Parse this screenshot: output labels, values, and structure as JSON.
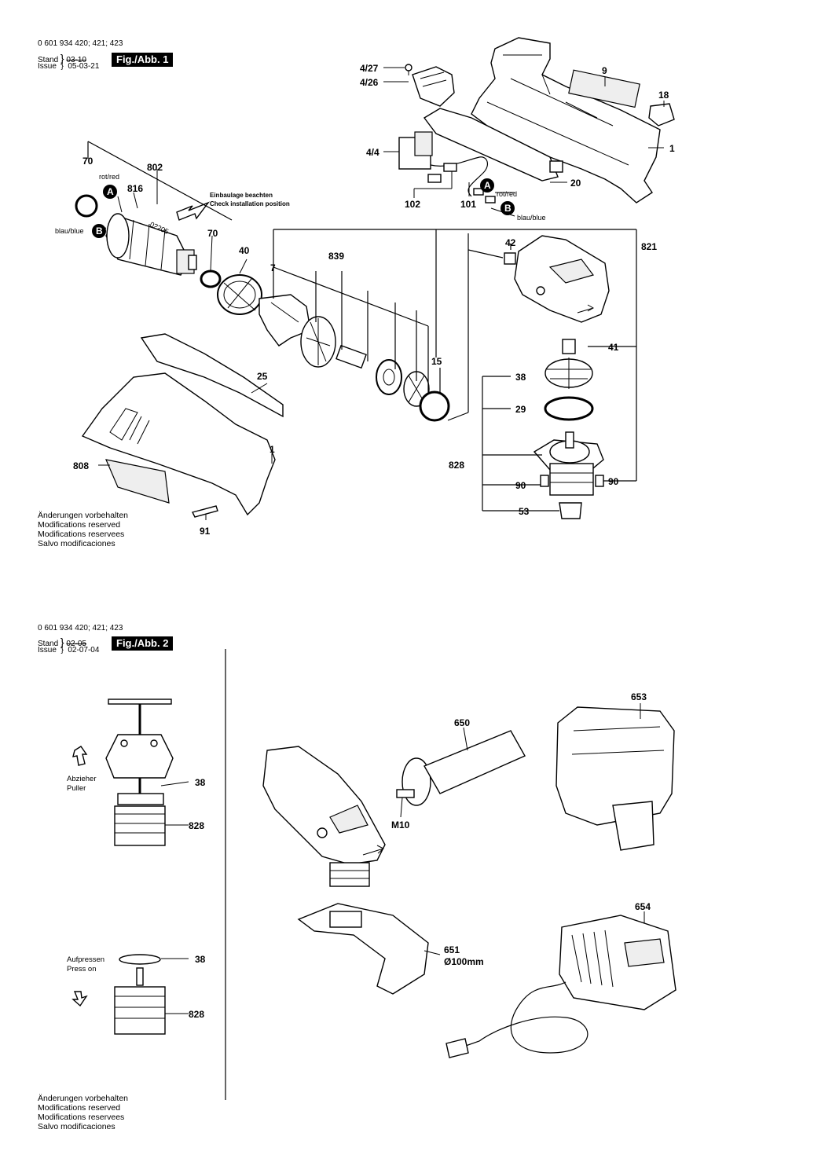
{
  "figure1": {
    "model_line": "0 601 934 420; 421; 423",
    "stand_label": "Stand",
    "stand_old": "03-10",
    "issue_label": "Issue",
    "issue_date": "05-03-21",
    "fig_title": "Fig./Abb. 1",
    "install_note_de": "Einbaulage beachten",
    "install_note_en": "Check installation position",
    "motor_code": "02205",
    "wire_red": "rot/red",
    "wire_blue": "blau/blue",
    "marker_a": "A",
    "marker_b": "B",
    "labels": {
      "p4_27": "4/27",
      "p4_26": "4/26",
      "p9": "9",
      "p18": "18",
      "p1_top": "1",
      "p4_4": "4/4",
      "p20": "20",
      "p102": "102",
      "p101": "101",
      "p70_top": "70",
      "p802": "802",
      "p816": "816",
      "p70_mid": "70",
      "p40": "40",
      "p7": "7",
      "p839": "839",
      "p42": "42",
      "p821": "821",
      "p41": "41",
      "p15": "15",
      "p38": "38",
      "p29": "29",
      "p828": "828",
      "p90_left": "90",
      "p90_right": "90",
      "p53": "53",
      "p25": "25",
      "p1_bottom": "1",
      "p808": "808",
      "p91": "91"
    },
    "footer": [
      "Änderungen vorbehalten",
      "Modifications reserved",
      "Modifications reservees",
      "Salvo modificaciones"
    ]
  },
  "figure2": {
    "model_line": "0 601 934 420; 421; 423",
    "stand_label": "Stand",
    "stand_old": "02-05",
    "issue_label": "Issue",
    "issue_date": "02-07-04",
    "fig_title": "Fig./Abb. 2",
    "puller_de": "Abzieher",
    "puller_en": "Puller",
    "press_de": "Aufpressen",
    "press_en": "Press on",
    "labels": {
      "p38_a": "38",
      "p828_a": "828",
      "p38_b": "38",
      "p828_b": "828",
      "p653": "653",
      "p650": "650",
      "m10": "M10",
      "p654": "654",
      "p651": "651",
      "d100": "Ø100mm"
    },
    "footer": [
      "Änderungen vorbehalten",
      "Modifications reserved",
      "Modifications reservees",
      "Salvo modificaciones"
    ]
  }
}
